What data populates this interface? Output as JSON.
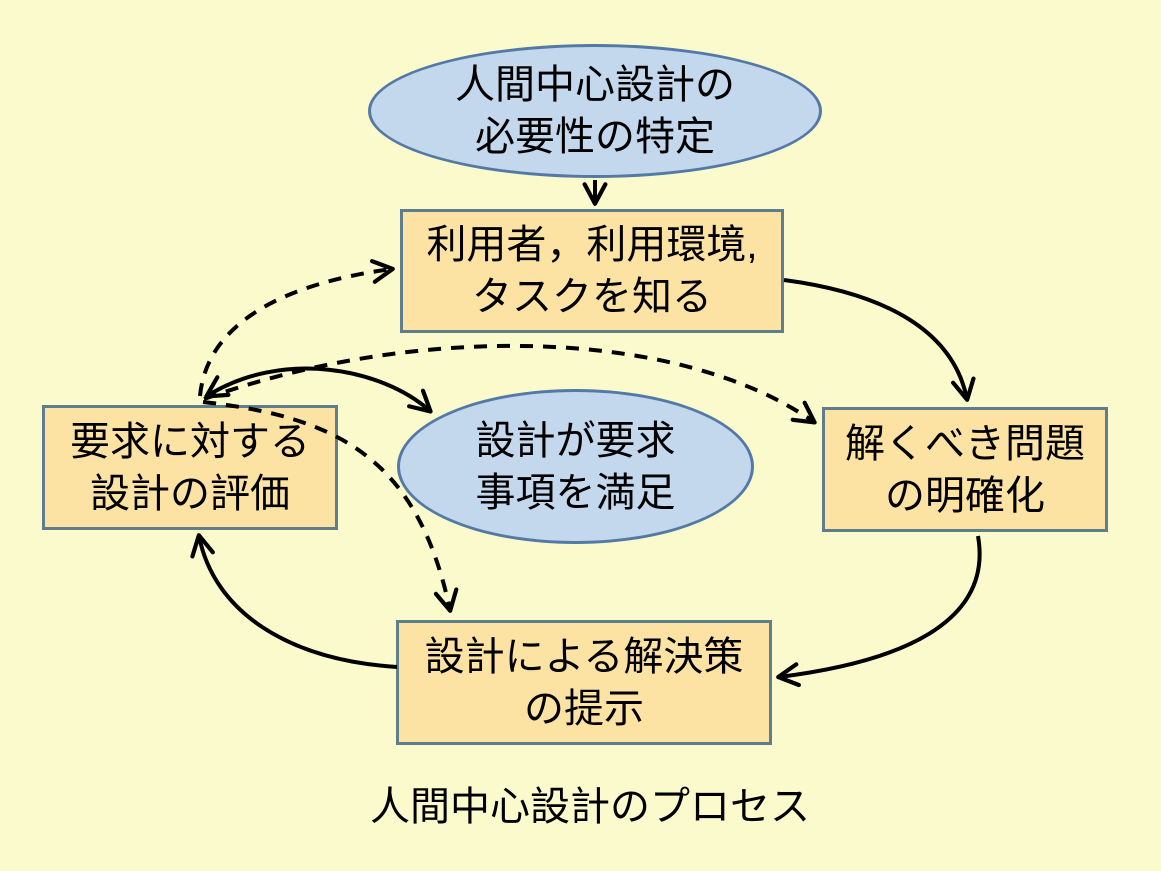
{
  "title": {
    "text": "人間中心設計のプロセス"
  },
  "colors": {
    "background": "#FAFACC",
    "box_fill": "#FCE3A4",
    "box_border": "#5E7E8E",
    "ellipse_fill": "#C3D7ED",
    "ellipse_border": "#537AA6",
    "arrow": "#000000"
  },
  "nodes": {
    "start": {
      "shape": "ellipse",
      "line1": "人間中心設計の",
      "line2": "必要性の特定"
    },
    "context": {
      "shape": "rect",
      "line1": "利用者，利用環境,",
      "line2": "タスクを知る"
    },
    "problem": {
      "shape": "rect",
      "line1": "解くべき問題",
      "line2": "の明確化"
    },
    "solution": {
      "shape": "rect",
      "line1": "設計による解決策",
      "line2": "の提示"
    },
    "evaluation": {
      "shape": "rect",
      "line1": "要求に対する",
      "line2": "設計の評価"
    },
    "satisfied": {
      "shape": "ellipse",
      "line1": "設計が要求",
      "line2": "事項を満足"
    }
  },
  "edges": [
    {
      "id": "start-to-context",
      "from": "start",
      "to": "context",
      "style": "solid"
    },
    {
      "id": "context-to-problem",
      "from": "context",
      "to": "problem",
      "style": "solid"
    },
    {
      "id": "problem-to-solution",
      "from": "problem",
      "to": "solution",
      "style": "solid"
    },
    {
      "id": "solution-to-evaluation",
      "from": "solution",
      "to": "evaluation",
      "style": "solid"
    },
    {
      "id": "evaluation-to-satisfied",
      "from": "evaluation",
      "to": "satisfied",
      "style": "solid",
      "double_head": true
    },
    {
      "id": "evaluation-to-context",
      "from": "evaluation",
      "to": "context",
      "style": "dashed"
    },
    {
      "id": "evaluation-to-problem",
      "from": "evaluation",
      "to": "problem",
      "style": "dashed"
    },
    {
      "id": "evaluation-to-solution",
      "from": "evaluation",
      "to": "solution",
      "style": "dashed"
    }
  ]
}
